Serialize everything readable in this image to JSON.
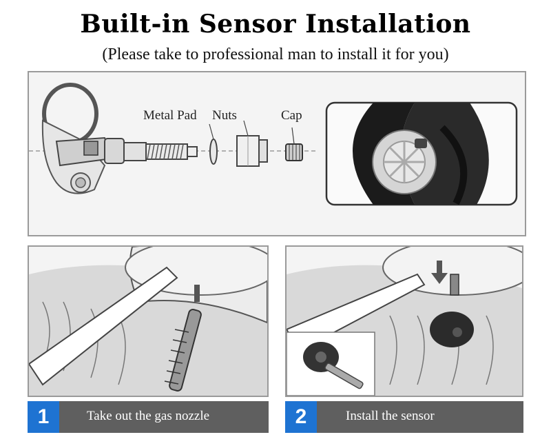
{
  "header": {
    "title": "Built-in Sensor Installation",
    "subtitle": "(Please take to professional man to install it for you)"
  },
  "parts": {
    "metal_pad": "Metal Pad",
    "nuts": "Nuts",
    "cap": "Cap"
  },
  "steps": [
    {
      "number": "1",
      "text": "Take out the gas nozzle"
    },
    {
      "number": "2",
      "text": "Install the sensor"
    }
  ],
  "colors": {
    "step_badge": "#1e73d2",
    "step_bar": "#5f5f5f"
  }
}
